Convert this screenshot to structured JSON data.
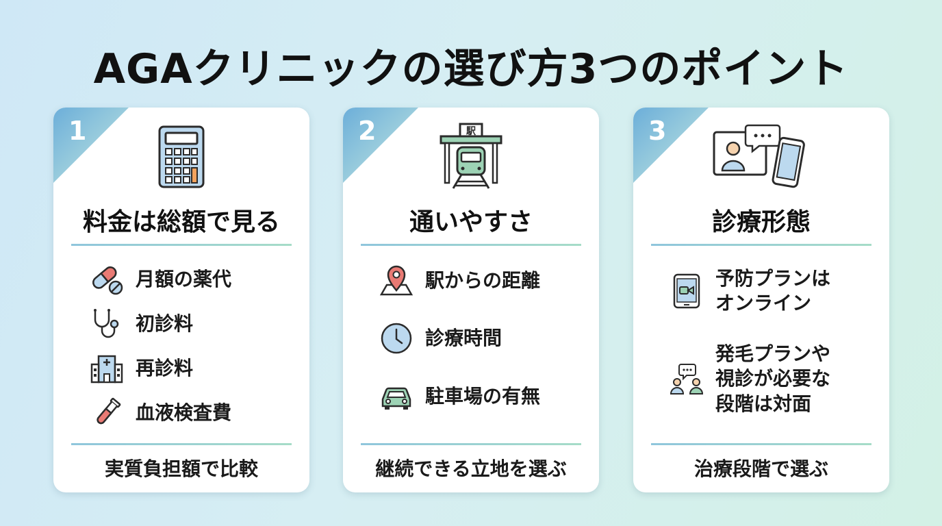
{
  "title": "AGAクリニックの選び方3つのポイント",
  "colors": {
    "accent_blue": "#6fb7d9",
    "accent_green": "#a6dcc8",
    "icon_blue": "#bcd9ef",
    "icon_green": "#9dd3b5",
    "icon_red": "#e97a74"
  },
  "cards": [
    {
      "number": "1",
      "icon": "calculator-icon",
      "title": "料金は総額で見る",
      "items": [
        {
          "icon": "pill-icon",
          "label": "月額の薬代"
        },
        {
          "icon": "stethoscope-icon",
          "label": "初診料"
        },
        {
          "icon": "hospital-icon",
          "label": "再診料"
        },
        {
          "icon": "test-tube-icon",
          "label": "血液検査費"
        }
      ],
      "footer": "実質負担額で比較"
    },
    {
      "number": "2",
      "icon": "station-train-icon",
      "title": "通いやすさ",
      "station_sign": "駅",
      "items": [
        {
          "icon": "map-pin-icon",
          "label": "駅からの距離"
        },
        {
          "icon": "clock-icon",
          "label": "診療時間"
        },
        {
          "icon": "car-icon",
          "label": "駐車場の有無"
        }
      ],
      "footer": "継続できる立地を選ぶ"
    },
    {
      "number": "3",
      "icon": "online-consultation-icon",
      "title": "診療形態",
      "items": [
        {
          "icon": "video-phone-icon",
          "label_lines": [
            "予防プランは",
            "オンライン"
          ]
        },
        {
          "icon": "in-person-consultation-icon",
          "label_lines": [
            "発毛プランや",
            "視診が必要な",
            "段階は対面"
          ]
        }
      ],
      "footer": "治療段階で選ぶ"
    }
  ]
}
